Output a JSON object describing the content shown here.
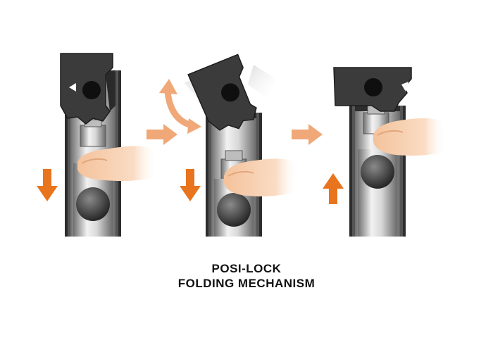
{
  "caption": {
    "line1": "POSI-LOCK",
    "line2": "FOLDING MECHANISM"
  },
  "colors": {
    "arrow": "#e8741e",
    "step_arrow": "#f0a878",
    "body_dark": "#3a3a3a",
    "steel_light": "#e4e4e4",
    "steel_mid": "#9a9a9a",
    "hand": "#f6c8a2"
  },
  "panels": [
    {
      "step": "press-down",
      "direction_icon": "down-arrow-icon",
      "head_state": "locked"
    },
    {
      "step": "fold",
      "direction_icon": "down-arrow-icon",
      "head_state": "rotating"
    },
    {
      "step": "release",
      "direction_icon": "up-arrow-icon",
      "head_state": "locked"
    }
  ]
}
